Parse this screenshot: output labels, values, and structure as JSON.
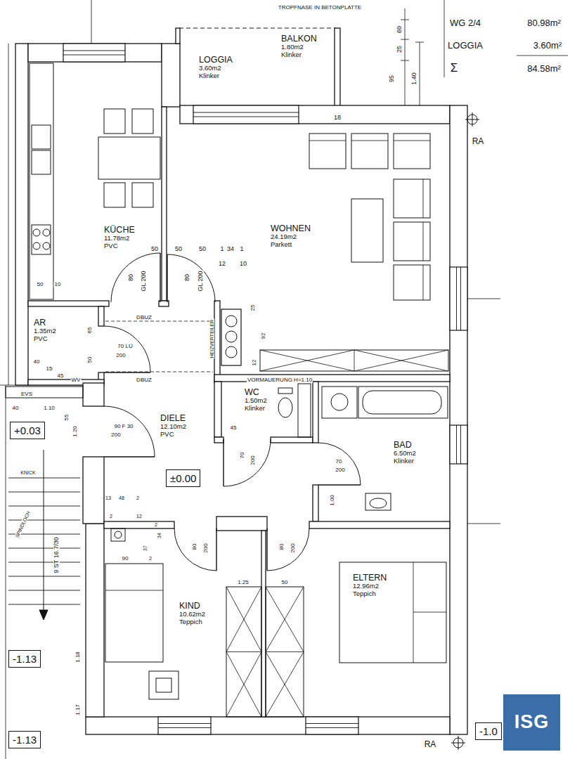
{
  "diagram": {
    "nodes": [
      {
        "text": [
          "LOGGIA",
          "3.60m2",
          "Klinker"
        ]
      },
      {
        "text": [
          "BALKON",
          "1.80m2",
          "Klinker"
        ]
      },
      {
        "text": [
          "KÜCHE",
          "11.78m2",
          "PVC"
        ]
      },
      {
        "text": [
          "WOHNEN",
          "24.19m2",
          "Parkett"
        ]
      },
      {
        "text": [
          "AR",
          "1.35m2",
          "PVC"
        ]
      },
      {
        "text": [
          "+0.03"
        ]
      },
      {
        "text": [
          "DIELE",
          "12.10m2",
          "PVC"
        ]
      },
      {
        "text": [
          "±0.00"
        ],
        "in": 6
      },
      {
        "text": [
          "WC",
          "1.50m2",
          "Klinker"
        ]
      },
      {
        "text": [
          "BAD",
          "6.50m2",
          "Klinker"
        ]
      },
      {
        "text": [
          "-1.13"
        ]
      },
      {
        "text": [
          "KIND",
          "10.62m2",
          "Teppich"
        ]
      },
      {
        "text": [
          "ELTERN",
          "12.96m2",
          "Teppich"
        ]
      },
      {
        "text": [
          "-1.13"
        ]
      },
      {
        "text": [
          "-1.0"
        ]
      },
      {
        "text": [
          "ISG"
        ]
      }
    ],
    "labels": [
      "TROPFNASE IN BETONPLATTE",
      "WG 2/4",
      "80.98m²",
      "LOGGIA",
      "3.60m²",
      "Σ",
      "84.58m²",
      "60",
      "25",
      "95",
      "1.40",
      "18",
      "RA",
      "50",
      "50",
      "50",
      "1",
      "34",
      "1",
      "12",
      "10",
      "50",
      "10",
      "80",
      "GL 200",
      "80",
      "GL 200",
      "DBUZ",
      "DBUZ",
      "HEIZVERTEILER",
      "25",
      "92",
      "12",
      "65",
      "50",
      "70 LÜ",
      "200",
      "40",
      "15",
      "45",
      "WV",
      "VORMAUERUNG H=1.10",
      "EVS",
      "40",
      "1.10",
      "55",
      "1.20",
      "90 F 30",
      "200",
      "45",
      "70",
      "200",
      "70",
      "200",
      "1.00",
      "13",
      "48",
      "2",
      "2",
      "12",
      "2",
      "34",
      "37",
      "2",
      "80",
      "200",
      "80",
      "200",
      "1.25",
      "50",
      "90",
      "KNICK",
      "9 ST 16.7/30",
      "SPINDLOCH",
      "1.18",
      "1.17",
      "RA"
    ]
  }
}
